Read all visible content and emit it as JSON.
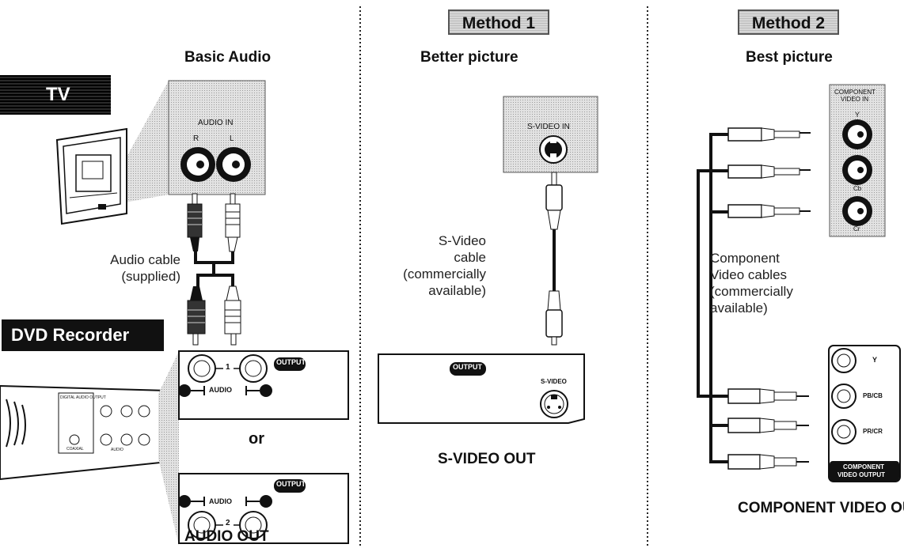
{
  "left": {
    "title": "Basic Audio",
    "tv_tag": "TV",
    "recorder_tag": "DVD Recorder",
    "audio_in": "AUDIO IN",
    "jack_r": "R",
    "jack_l": "L",
    "cable_label_1": "Audio cable",
    "cable_label_2": "(supplied)",
    "output_badge": "OUTPUT",
    "panel1_number": "1",
    "panel2_number": "2",
    "audio_text": "AUDIO",
    "or_text": "or",
    "bottom_label": "AUDIO OUT",
    "recorder_panel_labels": [
      "DIGITAL AUDIO OUTPUT",
      "COAXIAL",
      "AUDIO"
    ]
  },
  "method1": {
    "tag": "Method 1",
    "subtitle": "Better picture",
    "svideo_in": "S-VIDEO IN",
    "cable_lines": [
      "S-Video",
      "cable",
      "(commercially",
      "available)"
    ],
    "output_badge": "OUTPUT",
    "svideo_jack": "S-VIDEO",
    "bottom_label": "S-VIDEO OUT"
  },
  "method2": {
    "tag": "Method 2",
    "subtitle": "Best picture",
    "component_in_1": "COMPONENT",
    "component_in_2": "VIDEO IN",
    "in_jacks": [
      "Y",
      "Cb",
      "Cr"
    ],
    "cable_lines": [
      "Component",
      "Video cables",
      "(commercially",
      "available)"
    ],
    "out_jacks": [
      "Y",
      "PB/CB",
      "PR/CR"
    ],
    "component_out_1": "COMPONENT",
    "component_out_2": "VIDEO OUTPUT",
    "bottom_label": "COMPONENT VIDEO OUT"
  },
  "colors": {
    "ink": "#111111",
    "panel_gray": "#d9d9d9",
    "tag_gray": "#cfcfcf"
  }
}
